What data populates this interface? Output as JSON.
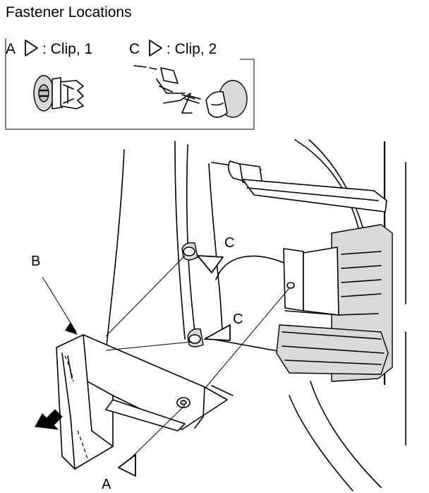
{
  "title": "Fastener Locations",
  "legend": [
    {
      "letter": "A",
      "text": ": Clip, 1"
    },
    {
      "letter": "C",
      "text": ": Clip, 2"
    }
  ],
  "callouts": {
    "a": "A",
    "b": "B",
    "c_upper": "C",
    "c_lower": "C"
  }
}
